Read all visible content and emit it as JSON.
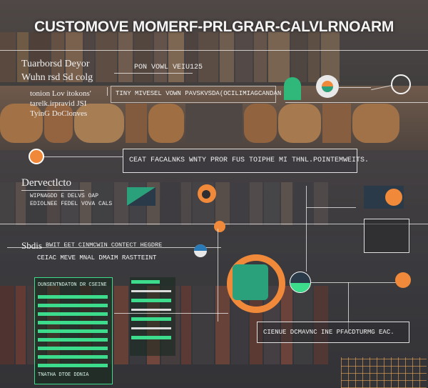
{
  "title": "CUSTOMOVE MOMERF-PRLGRAR-CALVLRNOARM",
  "colors": {
    "accent_orange": "#f0883a",
    "accent_green": "#3ddc8c",
    "accent_teal": "#2aa17a",
    "panel_bg": "#3b3d40",
    "line": "#ffffff"
  },
  "top_left": {
    "line1": "Tuarborsd  Deyor",
    "line2": "Wuhn rsd  Sd colg",
    "sub1": "tonion Lov itokons'",
    "sub2": "tarelk.irpravid JSI",
    "sub3": "TyinG DoClonves"
  },
  "top_center": {
    "header": "PON VOWL VEIU125",
    "row": "TINY MIVESEL VOWN PAVSKVSDA(OCILIMIAGCANDAN"
  },
  "callout_1": "CEAT FACALNKS WNTY PROR FUS TOIPHE MI THNL.POINTEMWEITS.",
  "mid_left": {
    "heading": "Dervectlcto",
    "sub1": "WIPNAGDD E DELVS OAP",
    "sub2": "EDIOLNEE FEDEL VOVA CALS"
  },
  "bottom_left": {
    "marker": "Sbdis",
    "line1": "BWIT EET CINMCWIN CONTECT HEGDRE",
    "line2": "CEIAC MEVE MNAL DMAIM RASTTEINT"
  },
  "list_a": {
    "header": "DUNSENTNDATON DR CSEINE",
    "footer": "TNATHA DTOE DDNIA",
    "rows": [
      1,
      2,
      3,
      4,
      5,
      6,
      7,
      8,
      9
    ]
  },
  "list_b": {
    "rows": [
      1,
      2,
      3,
      4,
      5,
      6,
      7
    ]
  },
  "callout_2": "CIENUE DCMAVNC INE PFACDTURMG EAC."
}
